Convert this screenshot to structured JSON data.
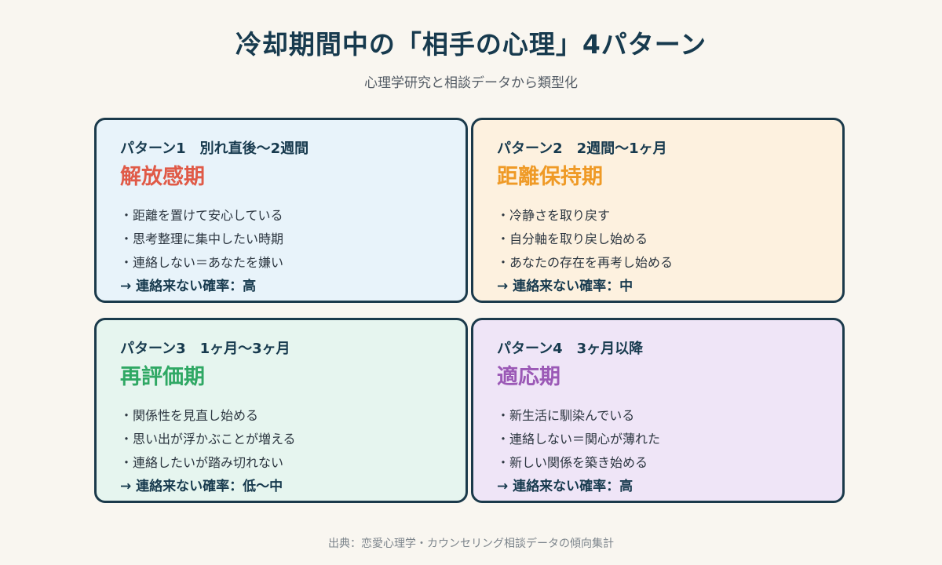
{
  "header": {
    "title": "冷却期間中の「相手の心理」4パターン",
    "subtitle": "心理学研究と相談データから類型化"
  },
  "colors": {
    "background": "#f9f6f0",
    "border": "#1b3a4b",
    "pattern1": "#e05a47",
    "pattern2": "#ef9a26",
    "pattern3": "#2fa864",
    "pattern4": "#9b59b6"
  },
  "patterns": [
    {
      "heading": "パターン1　別れ直後〜2週間",
      "name": "解放感期",
      "items": [
        "距離を置けて安心している",
        "思考整理に集中したい時期",
        "連絡しない＝あなたを嫌い"
      ],
      "verdict": "→ 連絡来ない確率：高"
    },
    {
      "heading": "パターン2　2週間〜1ヶ月",
      "name": "距離保持期",
      "items": [
        "冷静さを取り戻す",
        "自分軸を取り戻し始める",
        "あなたの存在を再考し始める"
      ],
      "verdict": "→ 連絡来ない確率：中"
    },
    {
      "heading": "パターン3　1ヶ月〜3ヶ月",
      "name": "再評価期",
      "items": [
        "関係性を見直し始める",
        "思い出が浮かぶことが増える",
        "連絡したいが踏み切れない"
      ],
      "verdict": "→ 連絡来ない確率：低〜中"
    },
    {
      "heading": "パターン4　3ヶ月以降",
      "name": "適応期",
      "items": [
        "新生活に馴染んでいる",
        "連絡しない＝関心が薄れた",
        "新しい関係を築き始める"
      ],
      "verdict": "→ 連絡来ない確率：高"
    }
  ],
  "footer": {
    "source": "出典：恋愛心理学・カウンセリング相談データの傾向集計"
  }
}
